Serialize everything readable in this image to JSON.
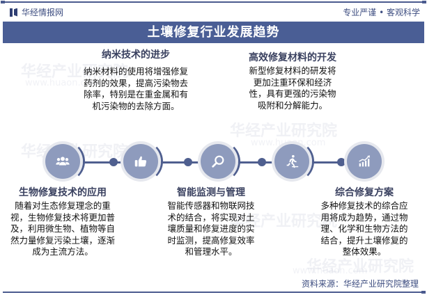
{
  "header": {
    "brand": "华经情报网",
    "slogan": "专业严谨 • 客观科学",
    "title": "土壤修复行业发展趋势"
  },
  "watermark": {
    "text": "华经产业研究院",
    "url": "www.huaon.com"
  },
  "colors": {
    "title_bar": "#4a5e95",
    "node_fill": "#8e9bbd",
    "connector": "#4f5f8f"
  },
  "top_items": [
    {
      "title": "纳米技术的进步",
      "body": "纳米材料的使用将增强修复药剂的效果，提高污染物去除率，特别是在重金属和有机污染物的去除方面。"
    },
    {
      "title": "高效修复材料的开发",
      "body": "新型修复材料的研发将更加注重环保和经济性，具有更强的污染物吸附和分解能力。"
    }
  ],
  "bottom_items": [
    {
      "title": "生物修复技术的应用",
      "body": "随着对生态修复理念的重视，生物修复技术将更加普及，利用微生物、植物等自然力量修复污染土壤，逐渐成为主流方法。"
    },
    {
      "title": "智能监测与管理",
      "body": "智能传感器和物联网技术的结合，将实现对土壤质量和修复进度的实时监测，提高修复效率和管理水平。"
    },
    {
      "title": "综合修复方案",
      "body": "多种修复技术的综合应用将成为趋势，通过物理、化学和生物方法的结合，提升土壤修复的整体效果。"
    }
  ],
  "nodes": [
    {
      "icon": "people-group-icon"
    },
    {
      "icon": "thumbs-up-icon"
    },
    {
      "icon": "magnifier-icon"
    },
    {
      "icon": "running-person-icon"
    },
    {
      "icon": "growth-chart-icon"
    }
  ],
  "footer": {
    "source": "资料来源：华经产业研究院整理"
  }
}
